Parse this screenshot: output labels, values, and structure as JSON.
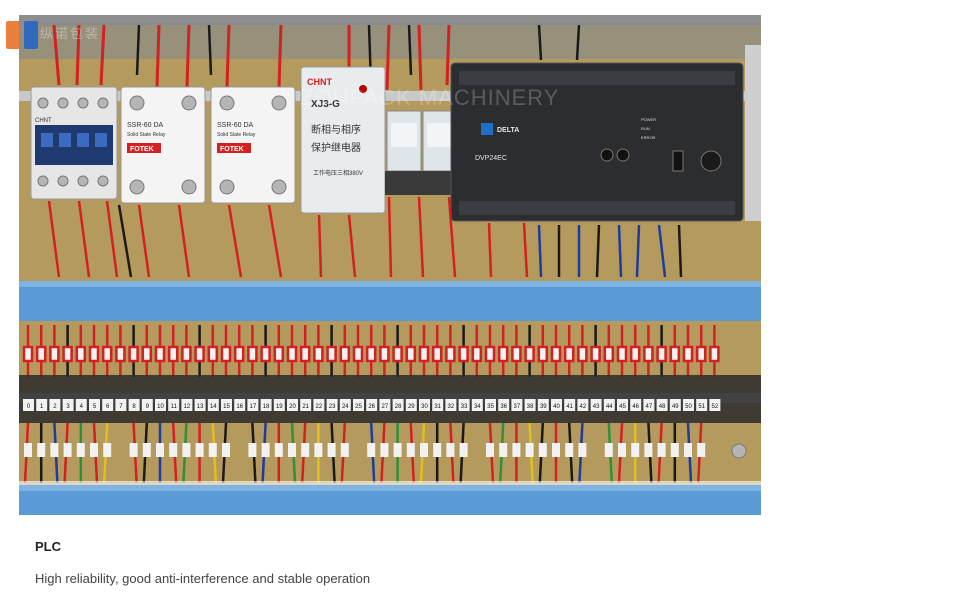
{
  "figure": {
    "watermark_logo_text": "纵诺包装",
    "watermark_center": "ZONPACK MACHINERY",
    "contactor_brand": "CHNT",
    "ssr": {
      "brand": "FOTEK",
      "model": "SSR-60 DA",
      "subtitle": "Solid State Relay"
    },
    "phase_relay": {
      "brand": "CHNT",
      "model": "XJ3-G",
      "name_line1": "断相与相序",
      "name_line2": "保护继电器",
      "voltage": "工作电压三相380V"
    },
    "plc": {
      "brand": "DELTA",
      "model": "DVP24EC",
      "status_labels": [
        "POWER",
        "RUN",
        "ERROR"
      ]
    },
    "terminal_numbers": [
      "0",
      "1",
      "2",
      "3",
      "4",
      "5",
      "6",
      "7",
      "8",
      "9",
      "10",
      "11",
      "12",
      "13",
      "14",
      "15",
      "16",
      "17",
      "18",
      "19",
      "20",
      "21",
      "22",
      "23",
      "24",
      "25",
      "26",
      "27",
      "28",
      "29",
      "30",
      "31",
      "32",
      "33",
      "34",
      "35",
      "36",
      "37",
      "38",
      "39",
      "40",
      "41",
      "42",
      "43",
      "44",
      "45",
      "46",
      "47",
      "48",
      "49",
      "50",
      "51",
      "52"
    ]
  },
  "caption": {
    "title": "PLC",
    "description": "High reliability, good anti-interference and stable operation"
  },
  "colors": {
    "panel": "#b59a5e",
    "rail": "#5b9bd5",
    "plc_body": "#2b2d31",
    "wire_red": "#d32020",
    "sleeve": "#f2f2f2"
  }
}
